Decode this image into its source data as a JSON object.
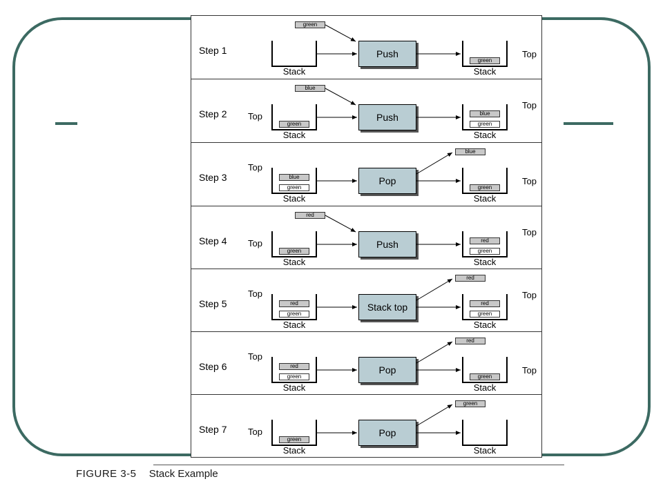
{
  "caption": {
    "figure": "FIGURE 3-5",
    "title": "Stack Example"
  },
  "labels": {
    "stack": "Stack",
    "top": "Top"
  },
  "colors": {
    "frame": "#3c6a62",
    "operation_fill": "#b9cdd3",
    "filled_item": "#c8c8c8"
  },
  "steps": [
    {
      "label": "Step 1",
      "operation": "Push",
      "input": "green",
      "popped": null,
      "before": [],
      "after": [
        "green"
      ],
      "before_top": false,
      "after_top": true
    },
    {
      "label": "Step 2",
      "operation": "Push",
      "input": "blue",
      "popped": null,
      "before": [
        "green"
      ],
      "after": [
        "blue",
        "green"
      ],
      "before_top": true,
      "after_top": true
    },
    {
      "label": "Step 3",
      "operation": "Pop",
      "input": null,
      "popped": "blue",
      "before": [
        "blue",
        "green"
      ],
      "after": [
        "green"
      ],
      "before_top": true,
      "after_top": true
    },
    {
      "label": "Step 4",
      "operation": "Push",
      "input": "red",
      "popped": null,
      "before": [
        "green"
      ],
      "after": [
        "red",
        "green"
      ],
      "before_top": true,
      "after_top": true
    },
    {
      "label": "Step 5",
      "operation": "Stack top",
      "input": null,
      "popped": "red",
      "before": [
        "red",
        "green"
      ],
      "after": [
        "red",
        "green"
      ],
      "before_top": true,
      "after_top": true
    },
    {
      "label": "Step 6",
      "operation": "Pop",
      "input": null,
      "popped": "red",
      "before": [
        "red",
        "green"
      ],
      "after": [
        "green"
      ],
      "before_top": true,
      "after_top": true
    },
    {
      "label": "Step 7",
      "operation": "Pop",
      "input": null,
      "popped": "green",
      "before": [
        "green"
      ],
      "after": [],
      "before_top": true,
      "after_top": false
    }
  ]
}
